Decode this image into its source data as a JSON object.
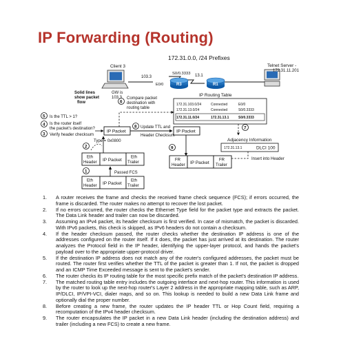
{
  "title": "IP Forwarding (Routing)",
  "diagram": {
    "prefix_label": "172.31.0.0, /24 Prefixes",
    "client_label": "Client 3",
    "gw_label": "GW is",
    "gw_addr": "103.3",
    "addr_103_3": "103.3",
    "e00": "E0/0",
    "s00": "S0/0.3333",
    "addr_13_1": "13.1",
    "r3": "R3",
    "r1": "R1",
    "telnet_label": "Telnet Server -",
    "telnet_addr": "172.31.11.201",
    "solid_lines_note": [
      "Solid lines",
      "show packet",
      "flow"
    ],
    "compare_note": [
      "Compare packet",
      "destination with",
      "routing table"
    ],
    "routing_table_title": "IP Routing Table",
    "routing_rows": [
      [
        "172.31.103.0/24",
        "Connected",
        "E0/0"
      ],
      [
        "172.31.13.0/24",
        "Connected",
        "S0/0.3333"
      ],
      [
        "172.31.11.0/24",
        "172.31.13.1",
        "S0/0.3333"
      ]
    ],
    "ttl_check": "Is the TTL > 1?",
    "router_dest_check": [
      "Is the router itself",
      "the packet's destination?"
    ],
    "verify_checksum": "Verify header checksum",
    "ip_packet": "IP Packet",
    "update_ttl": [
      "Update TTL and",
      "Header Checksum"
    ],
    "adjacency_title": "Adjacency Information",
    "adjacency_addr": "172.31.13.1",
    "dlci": "DLCI 100",
    "insert_header": "Insert into Header",
    "type_label": "Type = 0x0800",
    "eth_header": [
      "Eth",
      "Header"
    ],
    "eth_trailer": [
      "Eth",
      "Trailer"
    ],
    "fr_header": [
      "FR",
      "Header"
    ],
    "fr_trailer": [
      "FR",
      "Trailer"
    ],
    "passed_fcs": "Passed FCS",
    "step_numbers": [
      "1",
      "2",
      "3",
      "4",
      "5",
      "6",
      "7",
      "8",
      "9"
    ]
  },
  "steps": [
    {
      "n": "1.",
      "text": "A router receives the frame and checks the received frame check sequence (FCS); if errors occurred, the frame is discarded. The router makes no attempt to recover the lost packet."
    },
    {
      "n": "2.",
      "text": "If no errors occurred, the router checks the Ethernet Type field for the packet type and extracts the packet. The Data Link header and trailer can now be discarded."
    },
    {
      "n": "3.",
      "text": "Assuming an IPv4 packet, its header checksum is first verified. In case of mismatch, the packet is discarded. With IPv6 packets, this check is skipped, as IPv6 headers do not contain a checksum."
    },
    {
      "n": "4.",
      "text": "If the header checksum passed, the router checks whether the destination IP address is one of the addresses configured on the router itself. If it does, the packet has just arrived at its destination. The router analyzes the Protocol field in the IP header, identifying the upper-layer protocol, and hands the packet's payload over to the appropriate upper-protocol driver."
    },
    {
      "n": "5.",
      "text": "If the destination IP address does not match any of the router's configured addresses, the packet must be routed. The router first verifies whether the TTL of the packet is greater than 1. If not, the packet is dropped and an ICMP Time Exceeded message is sent to the packet's sender."
    },
    {
      "n": "6.",
      "text": "The router checks its IP routing table for the most specific prefix match of the packet's destination IP address."
    },
    {
      "n": "7.",
      "text": "The matched routing table entry includes the outgoing interface and next-hop router. This information is used by the router to look up the next-hop router's Layer 2 address in the appropriate mapping table, such as ARP, IP/DLCI, IP/VPI-VCI, dialer maps, and so on. This lookup is needed to build a new Data Link frame and optionally dial the proper number."
    },
    {
      "n": "8.",
      "text": "Before creating a new frame, the router updates the IP header TTL or Hop Count field, requiring a recomputation of the IPv4 header checksum."
    },
    {
      "n": "9.",
      "text": "The router encapsulates the IP packet in a new Data Link header (including the destination address) and trailer (including a new FCS) to create a new frame."
    }
  ]
}
